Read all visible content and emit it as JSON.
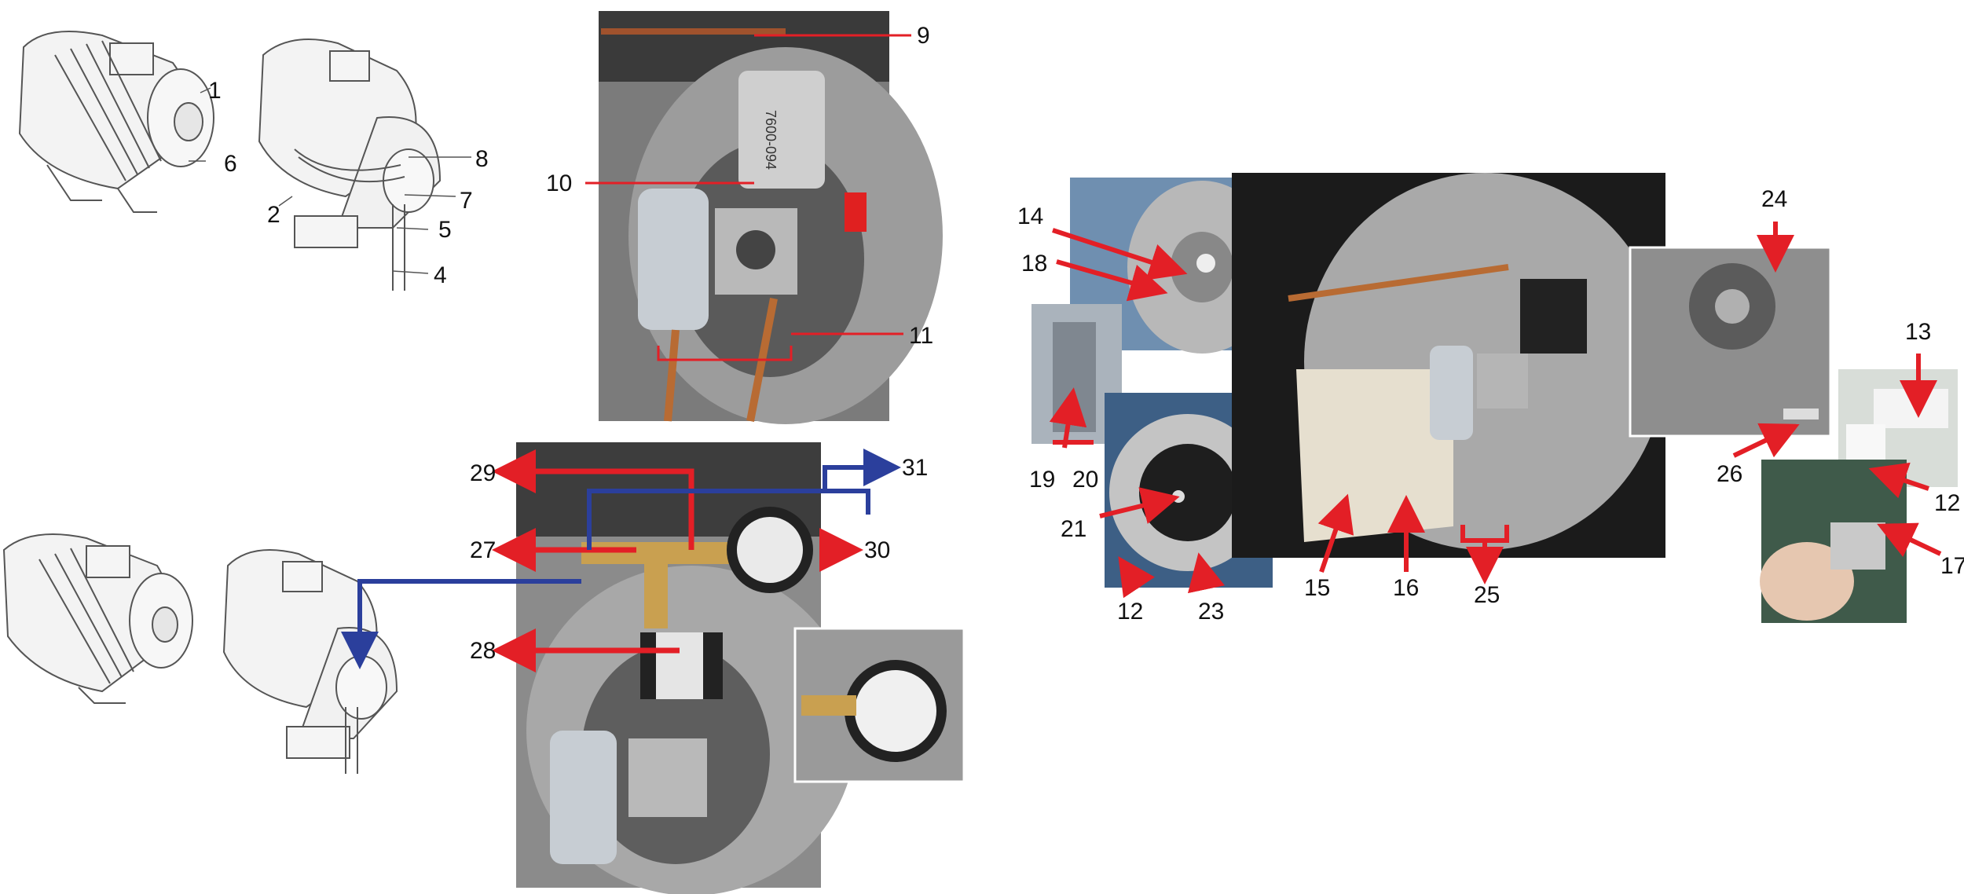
{
  "colors": {
    "callout_red": "#e31f26",
    "callout_blue": "#2b3f9c",
    "line_art": "#555555",
    "text": "#111111"
  },
  "labels": {
    "l1": "1",
    "l2": "2",
    "l4": "4",
    "l5": "5",
    "l6": "6",
    "l7": "7",
    "l8": "8",
    "l9": "9",
    "l10": "10",
    "l11": "11",
    "l12a": "12",
    "l12b": "12",
    "l13": "13",
    "l14": "14",
    "l15": "15",
    "l16": "16",
    "l17": "17",
    "l18": "18",
    "l19": "19",
    "l20": "20",
    "l21": "21",
    "l23": "23",
    "l24": "24",
    "l25": "25",
    "l26": "26",
    "l27": "27",
    "l28": "28",
    "l29": "29",
    "l30": "30",
    "l31": "31"
  },
  "photos": {
    "filter_housing_text": "7600-094"
  },
  "icons": [
    "motor-drawing-icon",
    "blower-motor-drawing-icon",
    "filter-bowl-icon",
    "pressure-gauge-icon",
    "solenoid-valve-icon",
    "blower-housing-icon"
  ]
}
